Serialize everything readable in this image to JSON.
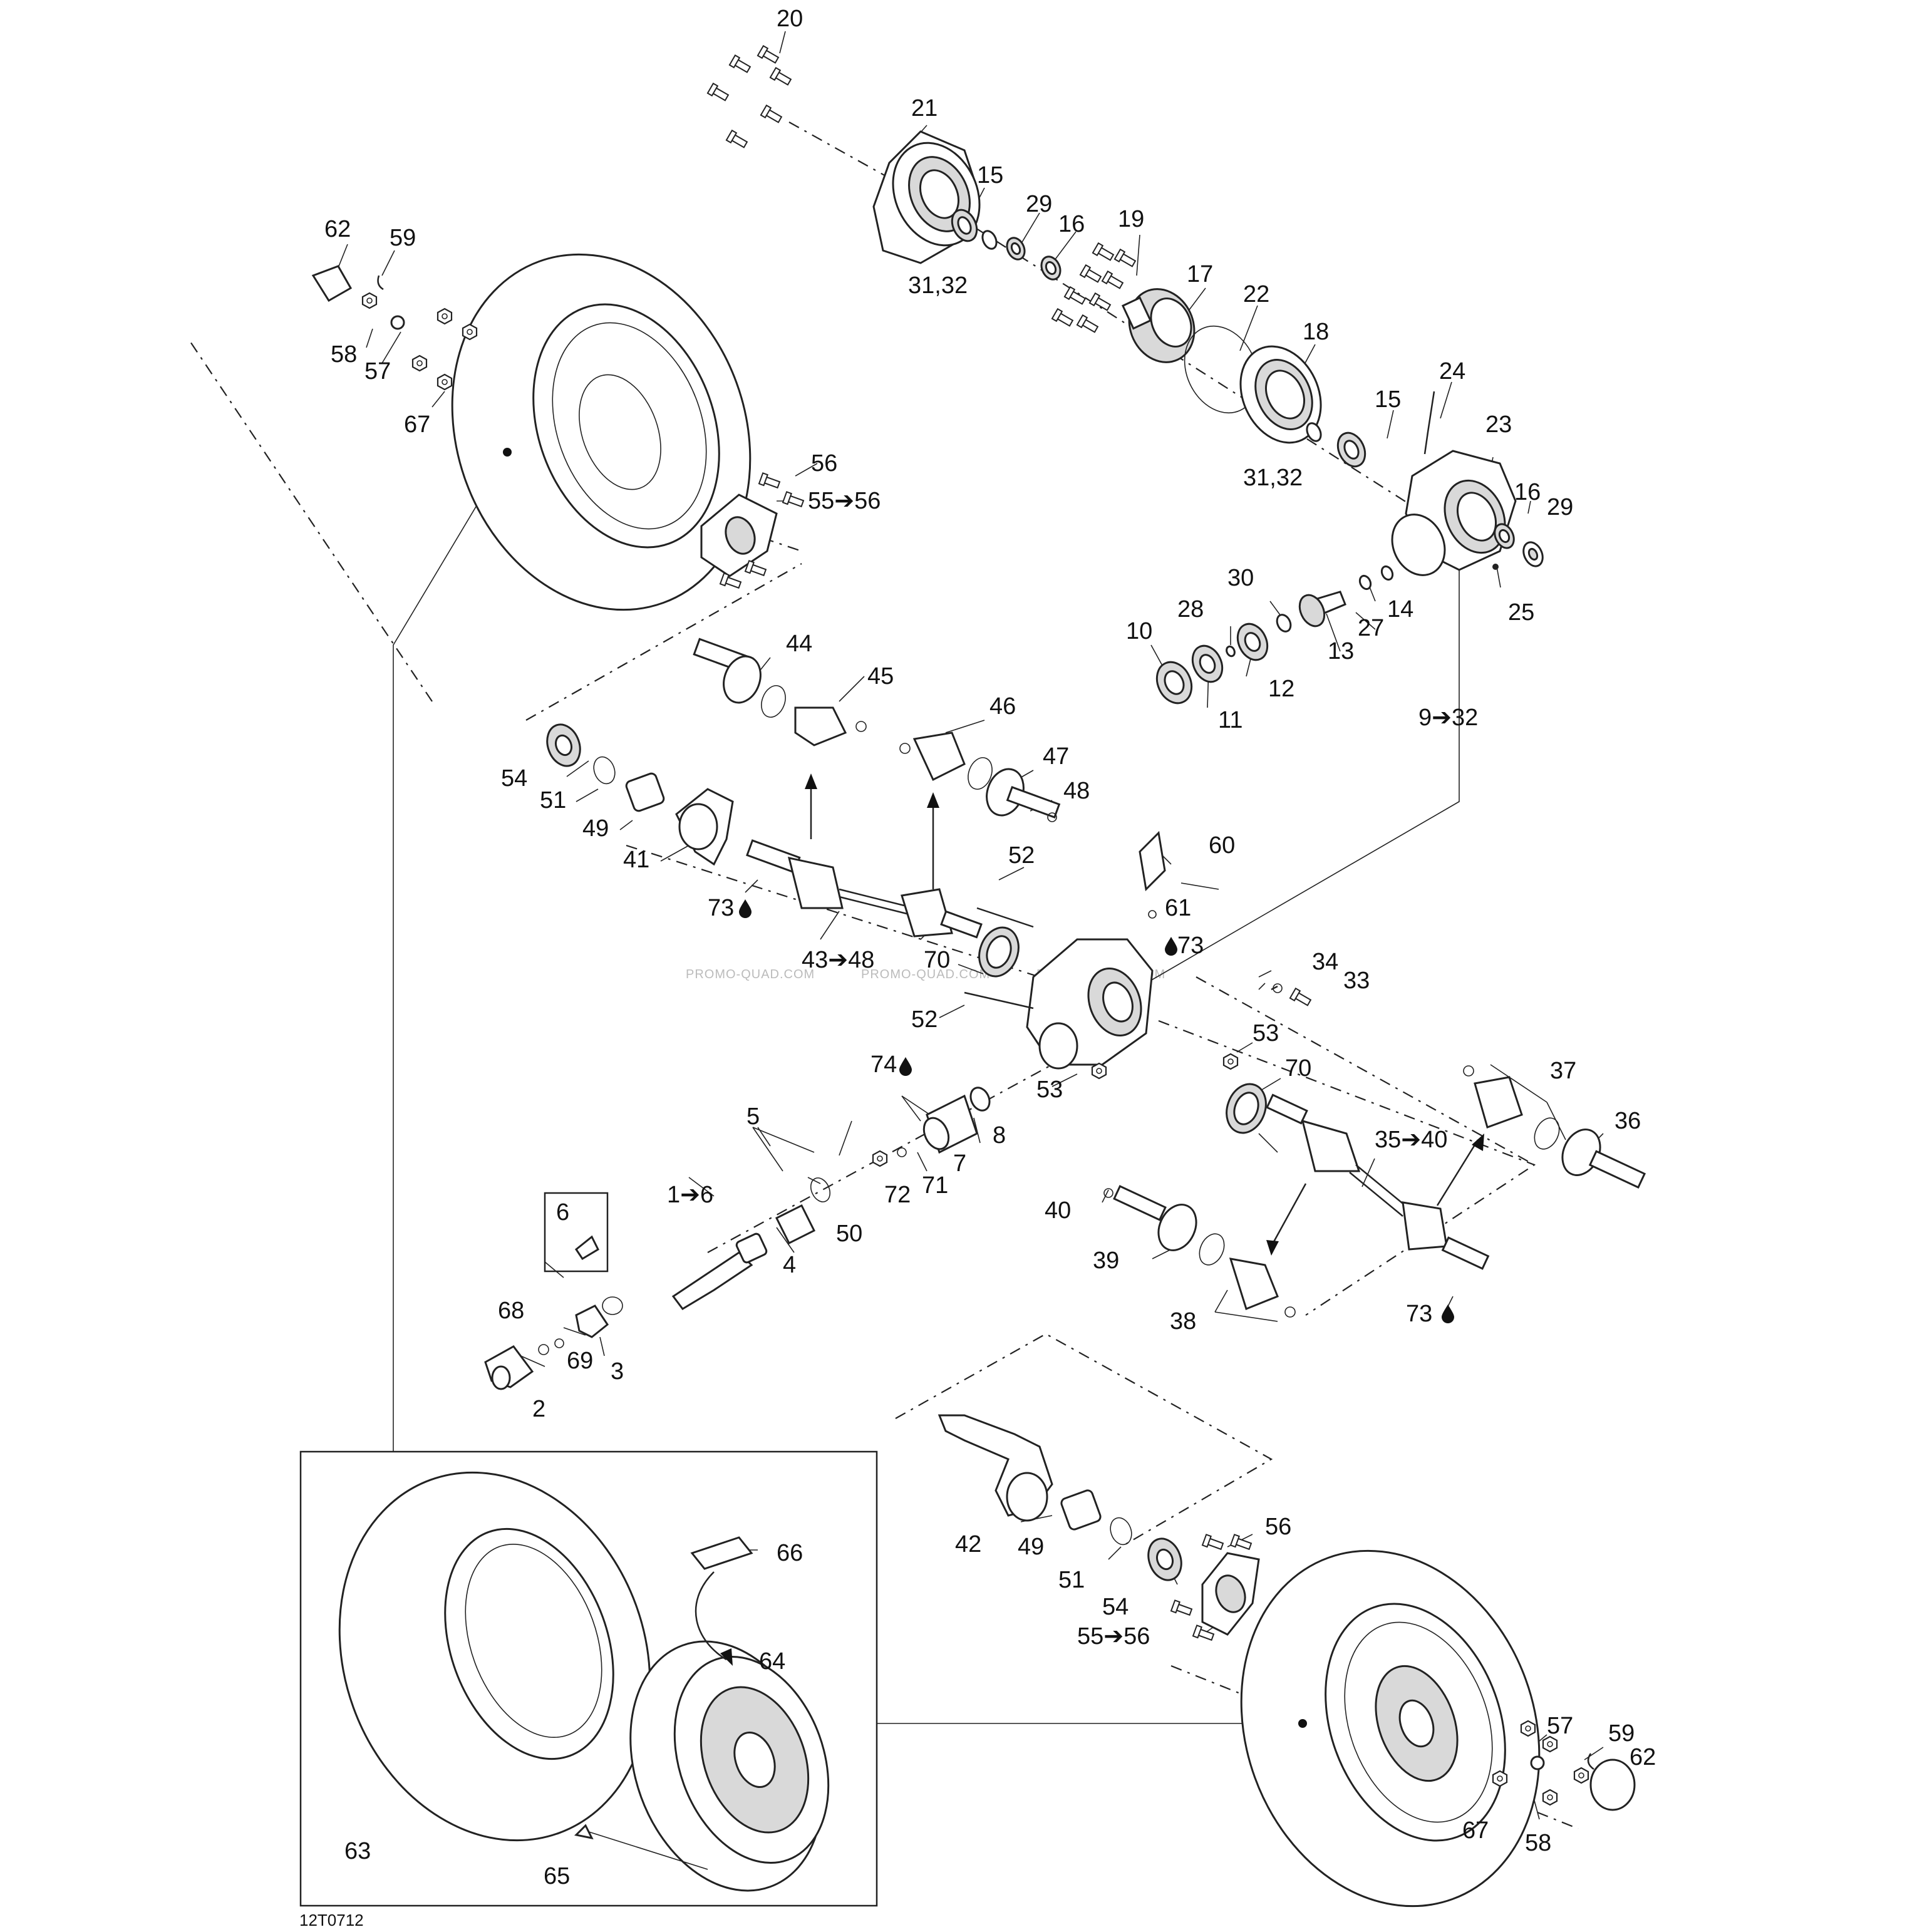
{
  "diagram_code": "12T0712",
  "watermark": "PROMO-QUAD.COM",
  "callouts": {
    "c1": "1➔6",
    "c2": "2",
    "c3": "3",
    "c4": "4",
    "c5": "5",
    "c6": "6",
    "c7": "7",
    "c8": "8",
    "c9": "9➔32",
    "c10": "10",
    "c11": "11",
    "c12": "12",
    "c13": "13",
    "c14": "14",
    "c15a": "15",
    "c15b": "15",
    "c16a": "16",
    "c16b": "16",
    "c17": "17",
    "c18": "18",
    "c19": "19",
    "c20": "20",
    "c21": "21",
    "c22": "22",
    "c23": "23",
    "c24": "24",
    "c25": "25",
    "c27": "27",
    "c28": "28",
    "c29a": "29",
    "c29b": "29",
    "c30": "30",
    "c3132a": "31,32",
    "c3132b": "31,32",
    "c33": "33",
    "c34": "34",
    "c35": "35➔40",
    "c36": "36",
    "c37": "37",
    "c38": "38",
    "c39": "39",
    "c40": "40",
    "c41": "41",
    "c42": "42",
    "c43": "43➔48",
    "c44": "44",
    "c45": "45",
    "c46": "46",
    "c47": "47",
    "c48": "48",
    "c49a": "49",
    "c49b": "49",
    "c50": "50",
    "c51a": "51",
    "c51b": "51",
    "c52a": "52",
    "c52b": "52",
    "c53a": "53",
    "c53b": "53",
    "c54a": "54",
    "c54b": "54",
    "c55a": "55➔56",
    "c55b": "55➔56",
    "c56a": "56",
    "c56b": "56",
    "c57a": "57",
    "c57b": "57",
    "c58a": "58",
    "c58b": "58",
    "c59a": "59",
    "c59b": "59",
    "c60": "60",
    "c61": "61",
    "c62a": "62",
    "c62b": "62",
    "c63": "63",
    "c64": "64",
    "c65": "65",
    "c66": "66",
    "c67a": "67",
    "c67b": "67",
    "c68": "68",
    "c69": "69",
    "c70a": "70",
    "c70b": "70",
    "c71": "71",
    "c72": "72",
    "c73a": "73",
    "c73b": "73",
    "c73c": "73",
    "c74": "74"
  }
}
